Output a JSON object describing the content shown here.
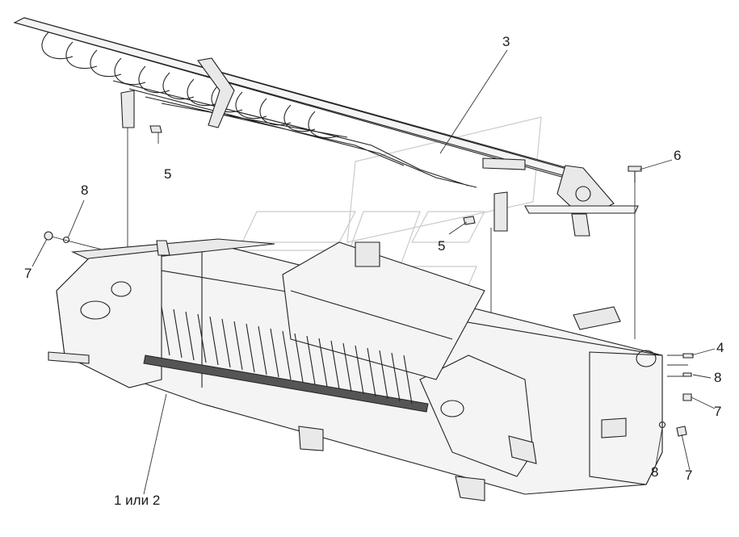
{
  "callouts": [
    {
      "id": "c1",
      "text": "1 или 2"
    },
    {
      "id": "c3",
      "text": "3"
    },
    {
      "id": "c4",
      "text": "4"
    },
    {
      "id": "c5a",
      "text": "5"
    },
    {
      "id": "c5b",
      "text": "5"
    },
    {
      "id": "c6",
      "text": "6"
    },
    {
      "id": "c7a",
      "text": "7"
    },
    {
      "id": "c7b",
      "text": "7"
    },
    {
      "id": "c7c",
      "text": "7"
    },
    {
      "id": "c8a",
      "text": "8"
    },
    {
      "id": "c8b",
      "text": "8"
    },
    {
      "id": "c8c",
      "text": "8"
    }
  ],
  "colors": {
    "line": "#222222",
    "background": "#ffffff",
    "watermark": "#b9b9b9"
  }
}
